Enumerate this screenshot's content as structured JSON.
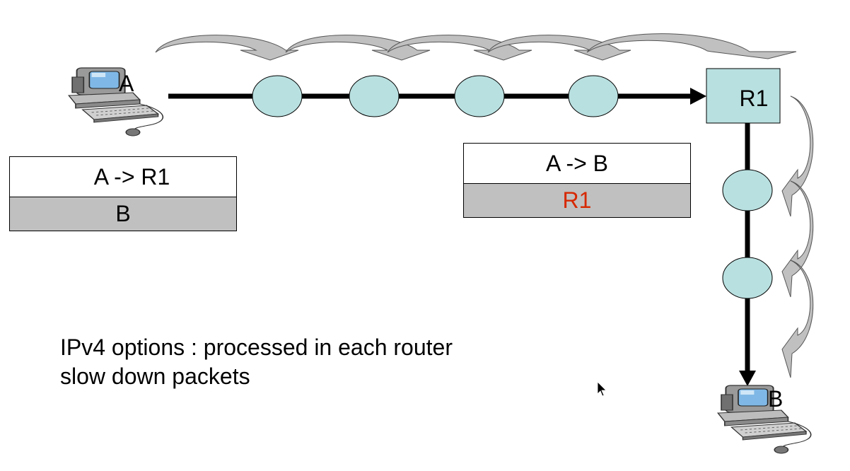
{
  "hosts": {
    "source": {
      "label": "A"
    },
    "destination": {
      "label": "B"
    }
  },
  "router": {
    "label": "R1"
  },
  "header_at_source": {
    "addresses": "A -> R1",
    "option": "B"
  },
  "header_after_router": {
    "addresses": "A -> B",
    "option": "R1"
  },
  "caption": {
    "line1": "IPv4 options : processed in each router",
    "line2": "slow down packets"
  },
  "colors": {
    "node_fill": "#b9e0e0",
    "option_row": "#c0c0c0",
    "option_highlight": "#d62800",
    "curve_arrow": "#c0c0c0"
  },
  "icons": {
    "host": "computer-workstation-icon",
    "cursor": "mouse-pointer-icon"
  }
}
